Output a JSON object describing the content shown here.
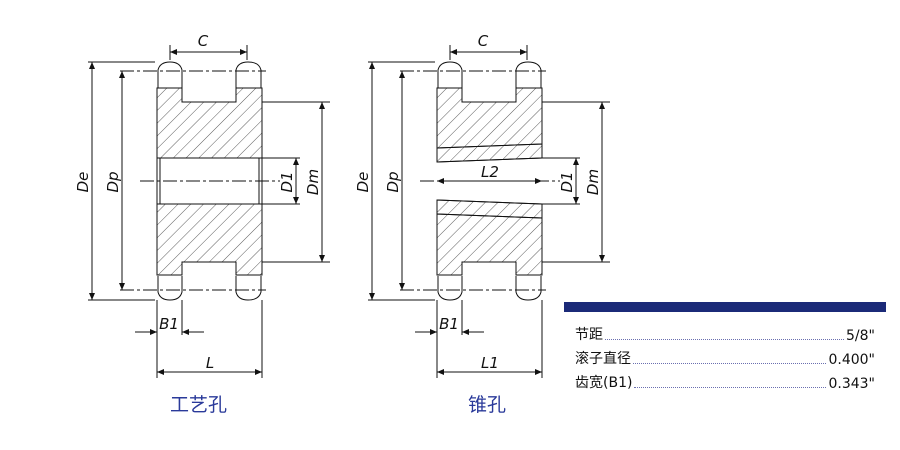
{
  "drawings": [
    {
      "caption": "工艺孔",
      "labels": {
        "c": "C",
        "de": "De",
        "dp": "Dp",
        "d1": "D1",
        "dm": "Dm",
        "b1": "B1",
        "l": "L"
      }
    },
    {
      "caption": "锥孔",
      "labels": {
        "c": "C",
        "de": "De",
        "dp": "Dp",
        "d1": "D1",
        "dm": "Dm",
        "b1": "B1",
        "l": "L1",
        "l2": "L2"
      }
    }
  ],
  "specs": [
    {
      "label": "节距",
      "value": "5/8\""
    },
    {
      "label": "滚子直径",
      "value": "0.400\""
    },
    {
      "label": "齿宽(B1)",
      "value": "0.343\""
    }
  ],
  "colors": {
    "accent": "#1b2a78",
    "caption": "#2a3a9a"
  }
}
